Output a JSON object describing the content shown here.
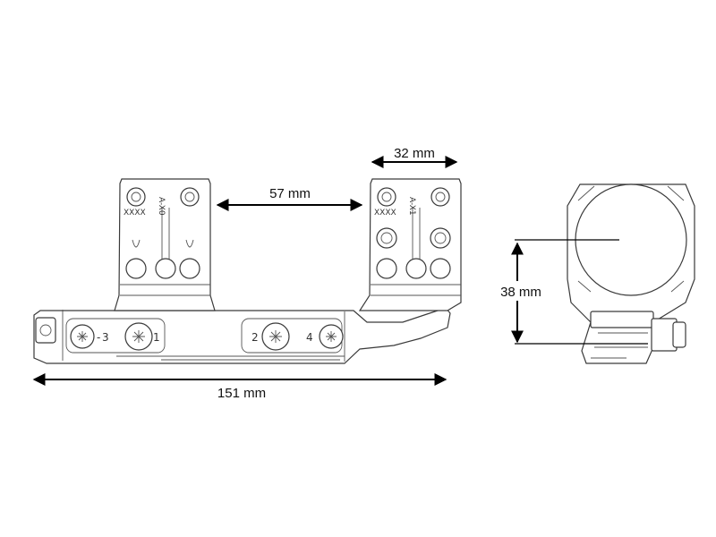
{
  "dimensions": {
    "ring_width": "32 mm",
    "ring_spacing": "57 mm",
    "ring_diameter": "38 mm",
    "total_length": "151 mm"
  },
  "stamps": {
    "left_ring_code": "A-X0",
    "right_ring_code": "A-X1",
    "serial_left": "XXXX",
    "serial_right": "XXXX",
    "bolt_labels": [
      "3",
      "1",
      "2",
      "4"
    ]
  },
  "colors": {
    "line": "#3a3a3a",
    "dimension": "#000000",
    "background": "#ffffff"
  }
}
